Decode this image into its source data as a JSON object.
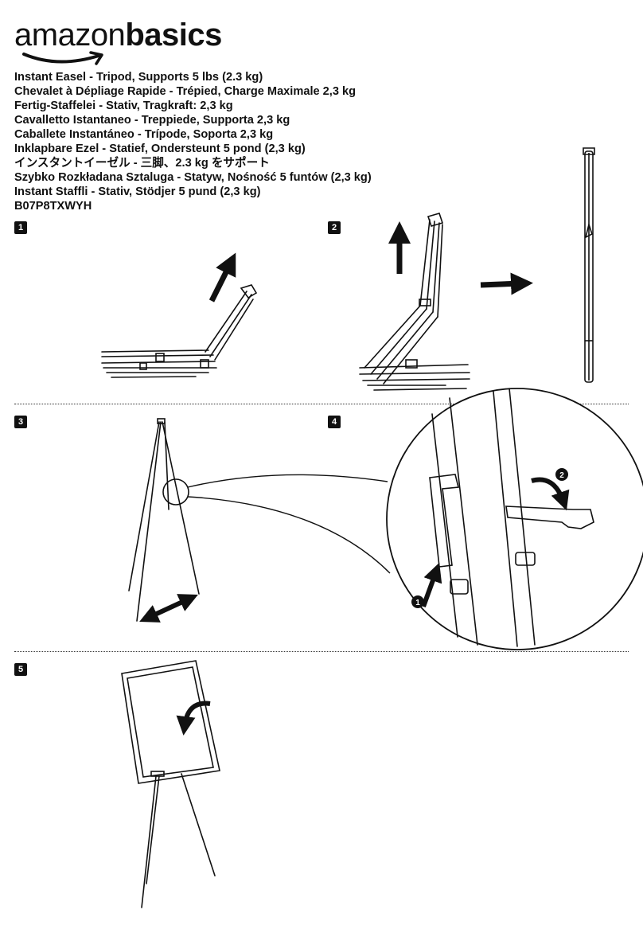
{
  "brand": {
    "name_regular": "amazon",
    "name_bold": "basics"
  },
  "titles": [
    "Instant Easel - Tripod, Supports 5 lbs (2.3 kg)",
    "Chevalet à Dépliage Rapide - Trépied, Charge Maximale 2,3 kg",
    "Fertig-Staffelei - Stativ, Tragkraft: 2,3 kg",
    "Cavalletto Istantaneo - Treppiede, Supporta 2,3 kg",
    "Caballete Instantáneo - Trípode, Soporta 2,3 kg",
    "Inklapbare Ezel - Statief, Ondersteunt 5 pond (2,3 kg)",
    "インスタントイーゼル - 三脚、2.3 kg をサポート",
    "Szybko Rozkładana Sztaluga - Statyw, Nośność 5 funtów (2,3 kg)",
    "Instant Staffli - Stativ, Stödjer 5 pund (2,3 kg)",
    "B07P8TXWYH"
  ],
  "steps": {
    "s1": "1",
    "s2": "2",
    "s3": "3",
    "s4": "4",
    "s5": "5"
  },
  "sub_steps": {
    "a": "1",
    "b": "2"
  },
  "colors": {
    "ink": "#111111",
    "paper": "#ffffff"
  }
}
